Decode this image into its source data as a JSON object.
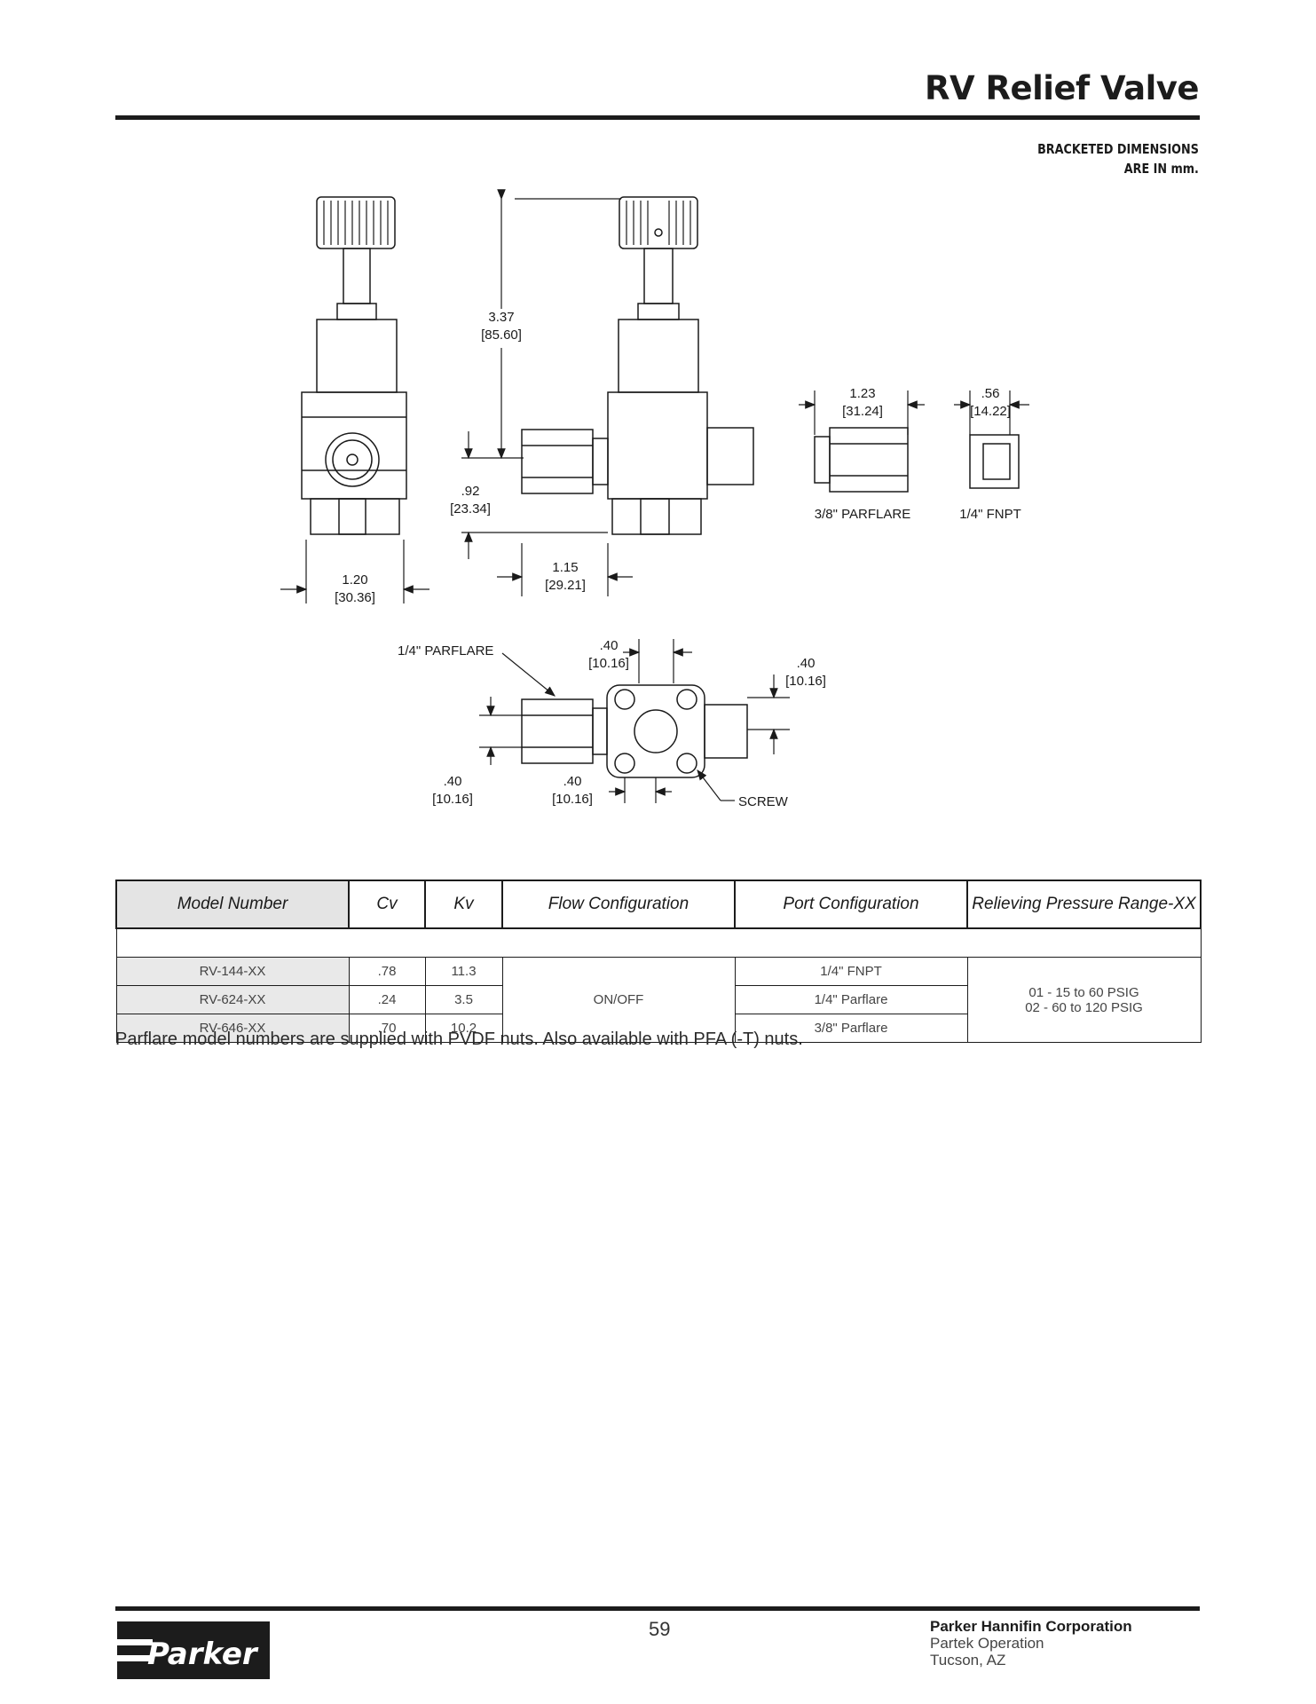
{
  "header": {
    "title": "RV Relief Valve",
    "bracket_note_line1": "BRACKETED DIMENSIONS",
    "bracket_note_line2": "ARE IN mm."
  },
  "drawing": {
    "dims": {
      "d1": [
        "3.37",
        "[85.60]"
      ],
      "d2": [
        ".92",
        "[23.34]"
      ],
      "d3": [
        "1.20",
        "[30.36]"
      ],
      "d4": [
        "1.15",
        "[29.21]"
      ],
      "d5": [
        "1.23",
        "[31.24]"
      ],
      "d6": [
        ".56",
        "[14.22]"
      ],
      "d7": [
        ".40",
        "[10.16]"
      ],
      "d8": [
        ".40",
        "[10.16]"
      ],
      "d9": [
        ".40",
        "[10.16]"
      ],
      "d10": [
        ".40",
        "[10.16]"
      ]
    },
    "labels": {
      "parflare_38": "3/8\" PARFLARE",
      "fnpt_14": "1/4\" FNPT",
      "parflare_14": "1/4\" PARFLARE",
      "screw": "SCREW"
    }
  },
  "table": {
    "headers": [
      "Model Number",
      "Cv",
      "Kv",
      "Flow Configuration",
      "Port Configuration",
      "Relieving Pressure Range-XX"
    ],
    "rows": [
      {
        "model": "RV-144-XX",
        "cv": ".78",
        "kv": "11.3",
        "port": "1/4\" FNPT"
      },
      {
        "model": "RV-624-XX",
        "cv": ".24",
        "kv": "3.5",
        "port": "1/4\" Parflare"
      },
      {
        "model": "RV-646-XX",
        "cv": ".70",
        "kv": "10.2",
        "port": "3/8\" Parflare"
      }
    ],
    "flow": "ON/OFF",
    "pressure_line1": "01 - 15 to 60 PSIG",
    "pressure_line2": "02 - 60 to 120 PSIG"
  },
  "note": "Parflare model numbers are supplied with PVDF nuts. Also available with PFA (-T) nuts.",
  "footer": {
    "page_number": "59",
    "company": "Parker Hannifin Corporation",
    "division": "Partek Operation",
    "location": "Tucson, AZ",
    "logo_text": "Parker"
  }
}
